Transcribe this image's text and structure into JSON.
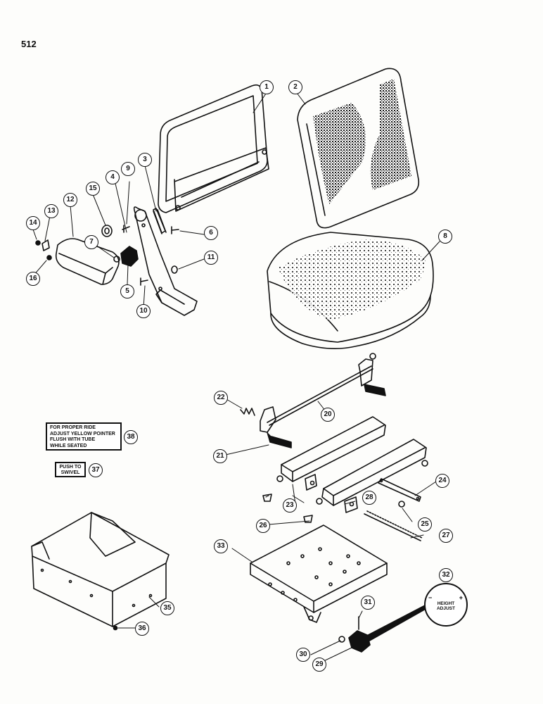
{
  "page_number": "512",
  "callouts": [
    {
      "id": "c1",
      "label": "1"
    },
    {
      "id": "c2",
      "label": "2"
    },
    {
      "id": "c3",
      "label": "3"
    },
    {
      "id": "c4",
      "label": "4"
    },
    {
      "id": "c5",
      "label": "5"
    },
    {
      "id": "c6",
      "label": "6"
    },
    {
      "id": "c7",
      "label": "7"
    },
    {
      "id": "c8",
      "label": "8"
    },
    {
      "id": "c9",
      "label": "9"
    },
    {
      "id": "c10",
      "label": "10"
    },
    {
      "id": "c11",
      "label": "11"
    },
    {
      "id": "c12",
      "label": "12"
    },
    {
      "id": "c13",
      "label": "13"
    },
    {
      "id": "c14",
      "label": "14"
    },
    {
      "id": "c15",
      "label": "15"
    },
    {
      "id": "c16",
      "label": "16"
    },
    {
      "id": "c20",
      "label": "20"
    },
    {
      "id": "c21",
      "label": "21"
    },
    {
      "id": "c22",
      "label": "22"
    },
    {
      "id": "c23",
      "label": "23"
    },
    {
      "id": "c24",
      "label": "24"
    },
    {
      "id": "c25",
      "label": "25"
    },
    {
      "id": "c26",
      "label": "26"
    },
    {
      "id": "c27",
      "label": "27"
    },
    {
      "id": "c28",
      "label": "28"
    },
    {
      "id": "c29",
      "label": "29"
    },
    {
      "id": "c30",
      "label": "30"
    },
    {
      "id": "c31",
      "label": "31"
    },
    {
      "id": "c32",
      "label": "32"
    },
    {
      "id": "c33",
      "label": "33"
    },
    {
      "id": "c35",
      "label": "35"
    },
    {
      "id": "c36",
      "label": "36"
    },
    {
      "id": "c37",
      "label": "37"
    },
    {
      "id": "c38",
      "label": "38"
    }
  ],
  "decals": {
    "ride_warning": [
      "FOR PROPER RIDE",
      "ADJUST YELLOW POINTER",
      "FLUSH WITH TUBE",
      "WHILE SEATED"
    ],
    "swivel": [
      "PUSH TO",
      "SWIVEL"
    ],
    "height_adjust": [
      "HEIGHT",
      "ADJUST"
    ],
    "height_minus": "−",
    "height_plus": "+"
  }
}
